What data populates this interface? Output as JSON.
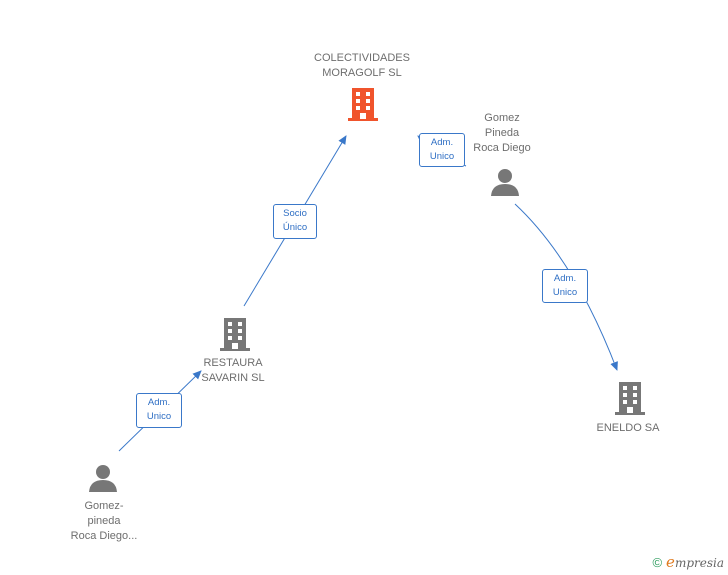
{
  "nodes": {
    "colectividades": {
      "lines": [
        "COLECTIVIDADES",
        "MORAGOLF SL"
      ],
      "type": "company",
      "highlight": true
    },
    "restaura": {
      "lines": [
        "RESTAURA",
        "SAVARIN SL"
      ],
      "type": "company"
    },
    "eneldo": {
      "lines": [
        "ENELDO SA"
      ],
      "type": "company"
    },
    "gomez_pineda_1": {
      "lines": [
        "Gomez",
        "Pineda",
        "Roca Diego"
      ],
      "type": "person"
    },
    "gomez_pineda_2": {
      "lines": [
        "Gomez-",
        "pineda",
        "Roca Diego..."
      ],
      "type": "person"
    }
  },
  "edges": {
    "socio_unico": {
      "lines": [
        "Socio",
        "Único"
      ]
    },
    "adm_unico_top": {
      "lines": [
        "Adm.",
        "Unico"
      ]
    },
    "adm_unico_right": {
      "lines": [
        "Adm.",
        "Unico"
      ]
    },
    "adm_unico_bottom": {
      "lines": [
        "Adm.",
        "Unico"
      ]
    }
  },
  "colors": {
    "company": "#777777",
    "company_highlight": "#f0542c",
    "person": "#777777",
    "edge": "#3a78c9"
  },
  "footer": {
    "copyright": "©",
    "brand_initial": "e",
    "brand_rest": "mpresia"
  }
}
